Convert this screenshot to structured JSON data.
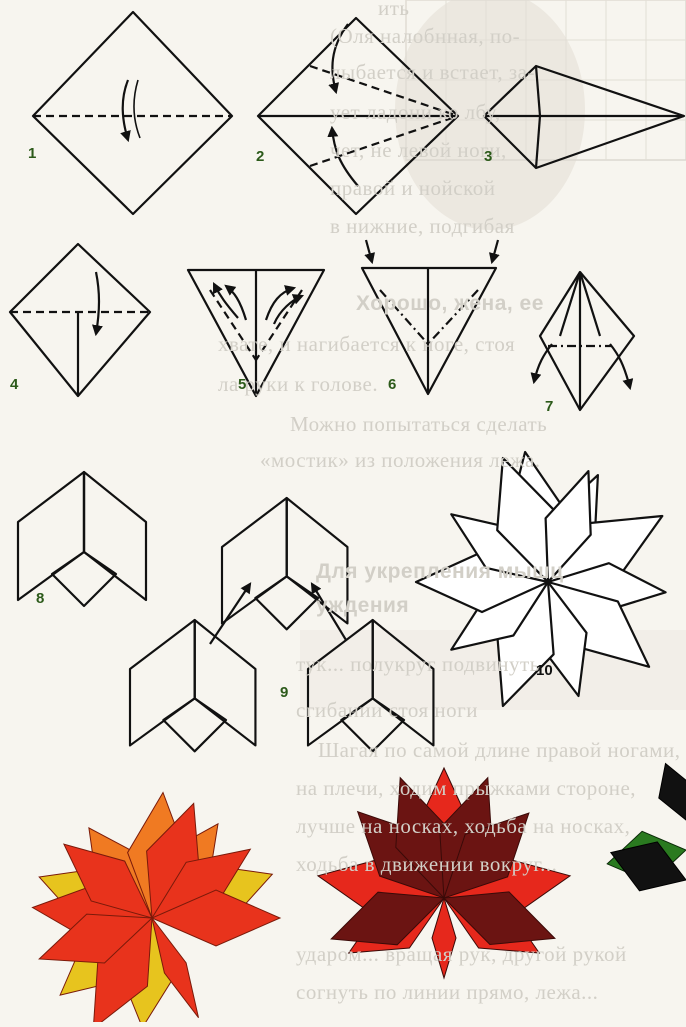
{
  "step_labels": [
    "1",
    "2",
    "3",
    "4",
    "5",
    "6",
    "7",
    "8",
    "9",
    "10"
  ],
  "background_text": [
    "ить",
    "(Оля налобнная, по-",
    "лыбается и встает, за-",
    "ует ладони ко лбу,",
    "чет, не левой ноги,",
    "правой и нойской",
    "в нижние, подгибая",
    "Хорошо, жена, ее",
    "хвате, и нагибается к ноге, стоя",
    "ла руки к голове.",
    "Можно попытаться сделать",
    "«мостик» из положения лежа.",
    "Для укрепления мышц",
    "уждения",
    "тук... полукруг подвинуть",
    "сгибании стоя ноги",
    "Шагая по самой длине правой ногами,",
    "на плечи, ходим прыжками стороне,",
    "лучше на носках, ходьба на носках,",
    "ходьба в движении вокруг...",
    "ударом... вращая рук, другой рукой",
    "согнуть по линии прямо, лежа..."
  ],
  "colors": {
    "line": "#111111",
    "label_green": "#2c5a1a",
    "leaf1": [
      "#e8331c",
      "#f07a22",
      "#e7c41e"
    ],
    "leaf2": [
      "#e6281c",
      "#6b1412"
    ],
    "leaf3": [
      "#2a7a20",
      "#111111"
    ]
  }
}
